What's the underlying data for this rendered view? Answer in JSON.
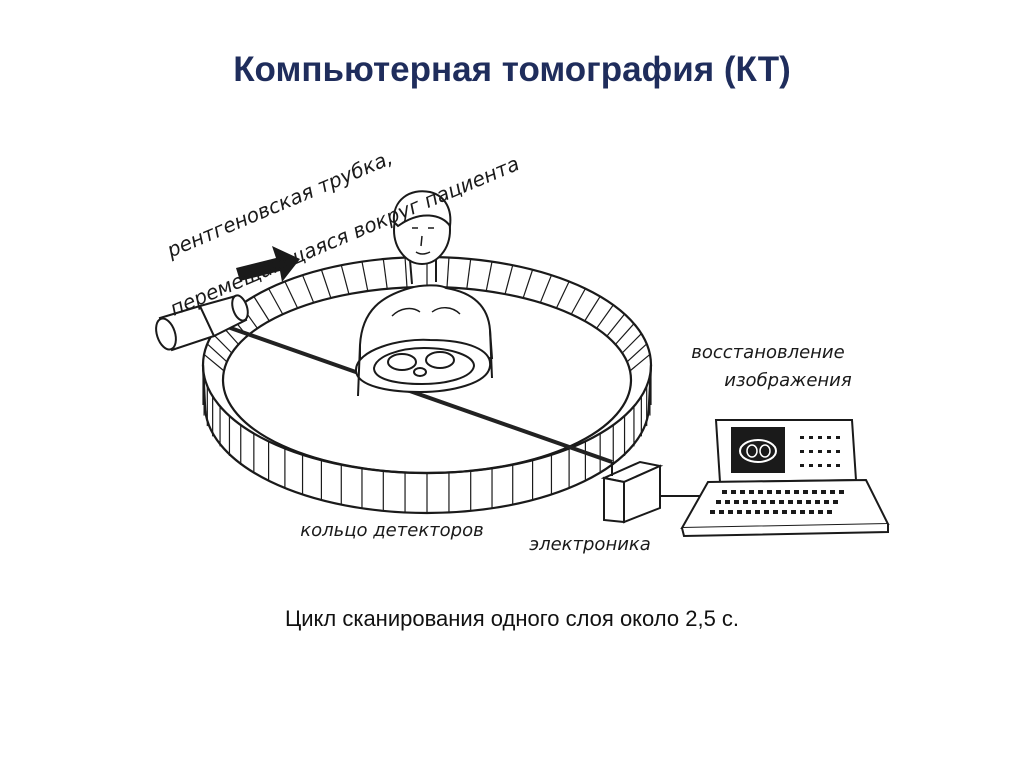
{
  "slide": {
    "title": "Компьютерная томография (КТ)",
    "caption": "Цикл сканирования одного слоя около 2,5 с."
  },
  "labels": {
    "tube_line1": "рентгеновская трубка,",
    "tube_line2": "перемещающаяся вокруг пациента",
    "reconstruction_line1": "восстановление",
    "reconstruction_line2": "изображения",
    "detector_ring": "кольцо детекторов",
    "electronics": "электроника"
  },
  "colors": {
    "title": "#1f2d5c",
    "line": "#1a1a1a"
  }
}
